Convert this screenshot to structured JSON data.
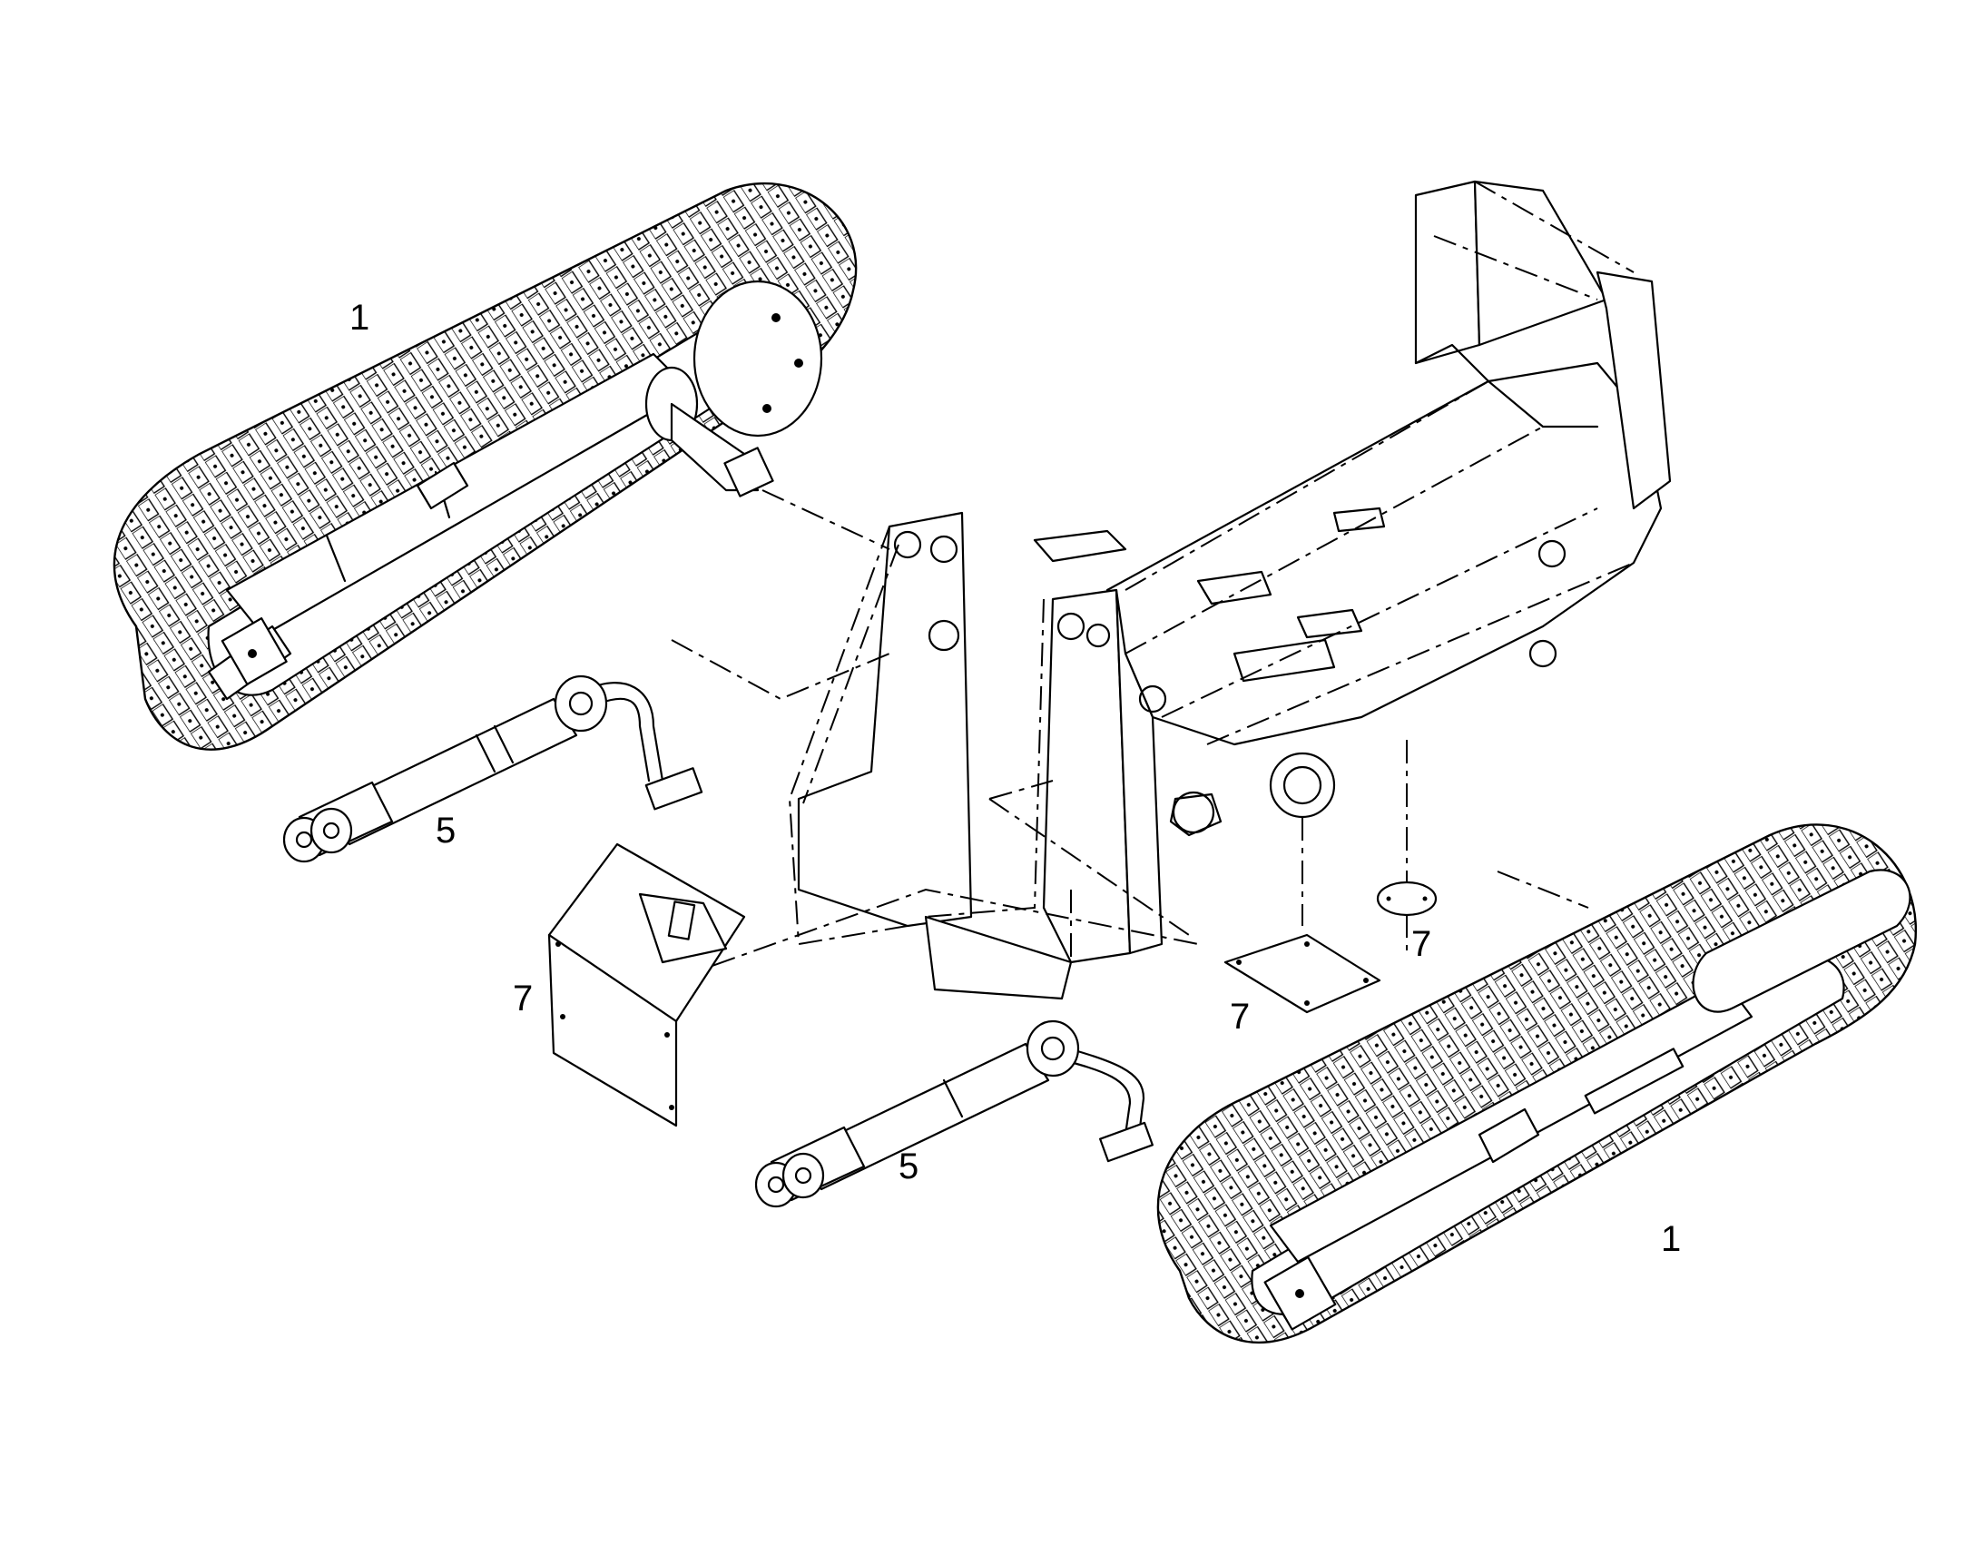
{
  "callouts": [
    {
      "id": "track-left",
      "label": "1"
    },
    {
      "id": "track-right",
      "label": "1"
    },
    {
      "id": "cylinder-upper",
      "label": "5"
    },
    {
      "id": "cylinder-lower",
      "label": "5"
    },
    {
      "id": "cover-box",
      "label": "7"
    },
    {
      "id": "cover-plate",
      "label": "7"
    },
    {
      "id": "cover-disc",
      "label": "7"
    }
  ]
}
